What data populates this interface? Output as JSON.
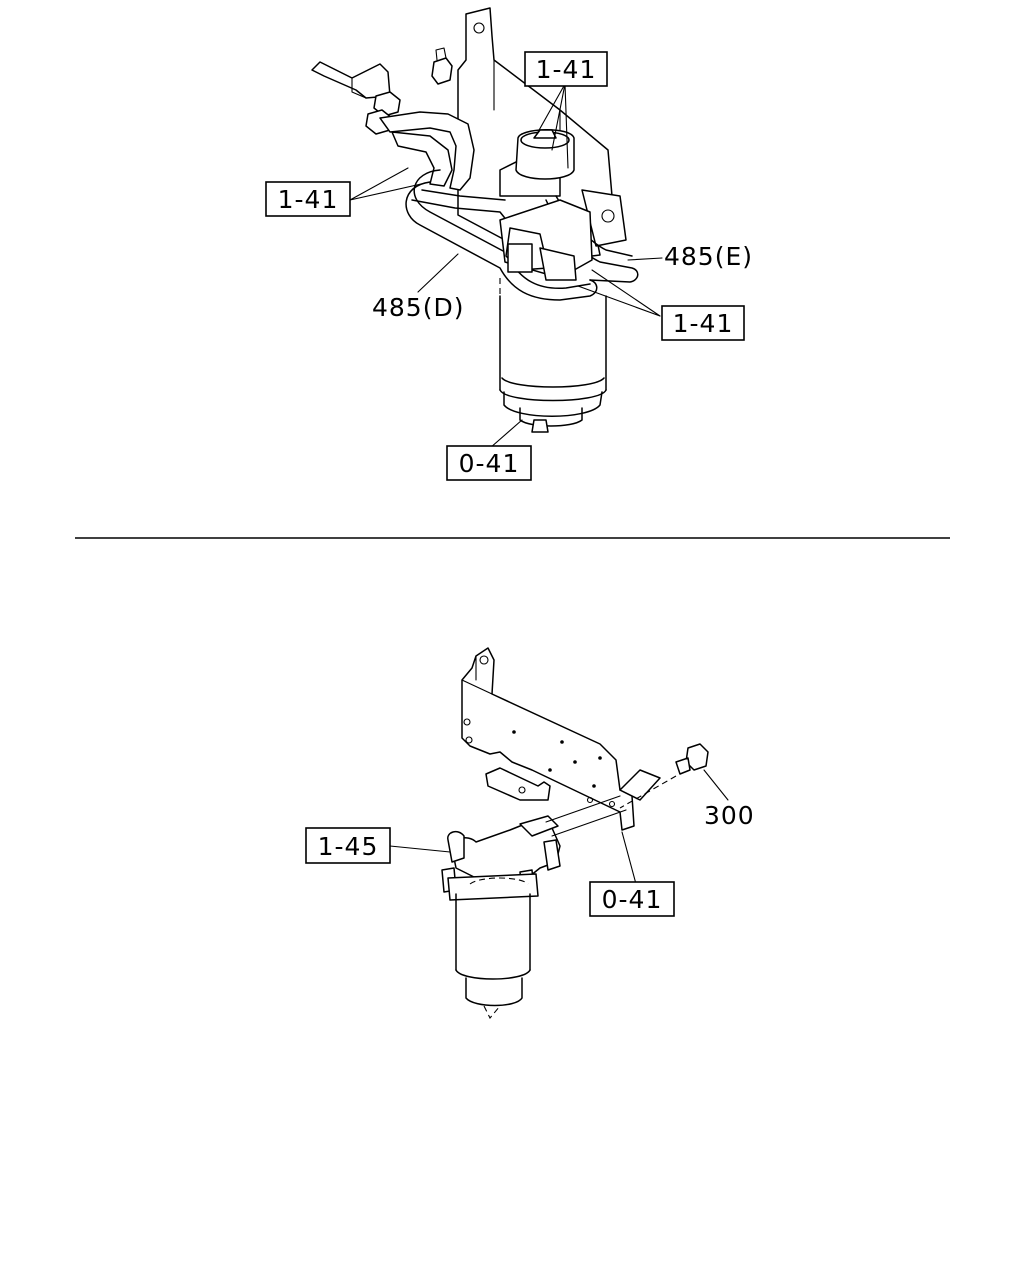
{
  "top_view": {
    "callouts": {
      "hose_clamp_top": "1-41",
      "hose_clamp_left": "1-41",
      "hose_clamp_right": "1-41",
      "hose_e": "485(E)",
      "hose_d": "485(D)",
      "filter_assembly": "0-41"
    }
  },
  "bottom_view": {
    "callouts": {
      "filter_head": "1-45",
      "filter_assembly": "0-41",
      "bolt": "300"
    }
  }
}
